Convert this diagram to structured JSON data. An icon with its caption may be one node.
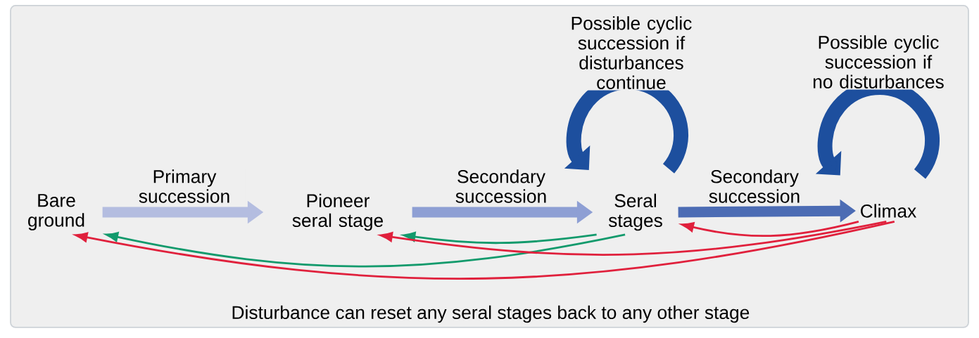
{
  "diagram": {
    "nodes": [
      {
        "text": [
          "Bare ground"
        ]
      },
      {
        "text": [
          "Pioneer seral stage"
        ]
      },
      {
        "text": [
          "Seral stages"
        ]
      },
      {
        "text": [
          "Climax"
        ]
      }
    ],
    "edges": [
      {
        "from": 0,
        "to": 1,
        "arrow": "to",
        "label": "Primary succession",
        "style": "thick",
        "color": "#b4bde0"
      },
      {
        "from": 1,
        "to": 2,
        "arrow": "to",
        "label": "Secondary succession",
        "style": "thick",
        "color": "#8e9fd4"
      },
      {
        "from": 2,
        "to": 3,
        "arrow": "to",
        "label": "Secondary succession",
        "style": "thick",
        "color": "#4c6cb4"
      },
      {
        "from": 2,
        "to": 2,
        "arrow": "to",
        "label": "Possible cyclic succession if disturbances continue",
        "style": "thick",
        "color": "#1d4f9e"
      },
      {
        "from": 3,
        "to": 3,
        "arrow": "to",
        "label": "Possible cyclic succession if no disturbances",
        "style": "thick",
        "color": "#1d4f9e"
      },
      {
        "from": 2,
        "to": 1,
        "arrow": "to",
        "color": "#129a6c"
      },
      {
        "from": 2,
        "to": 0,
        "arrow": "to",
        "color": "#129a6c"
      },
      {
        "from": 3,
        "to": 2,
        "arrow": "to",
        "color": "#e0203c"
      },
      {
        "from": 3,
        "to": 1,
        "arrow": "to",
        "color": "#e0203c"
      },
      {
        "from": 3,
        "to": 0,
        "arrow": "to",
        "color": "#e0203c"
      }
    ],
    "labels": [
      "Disturbance can reset any seral stages back to any other stage"
    ]
  }
}
